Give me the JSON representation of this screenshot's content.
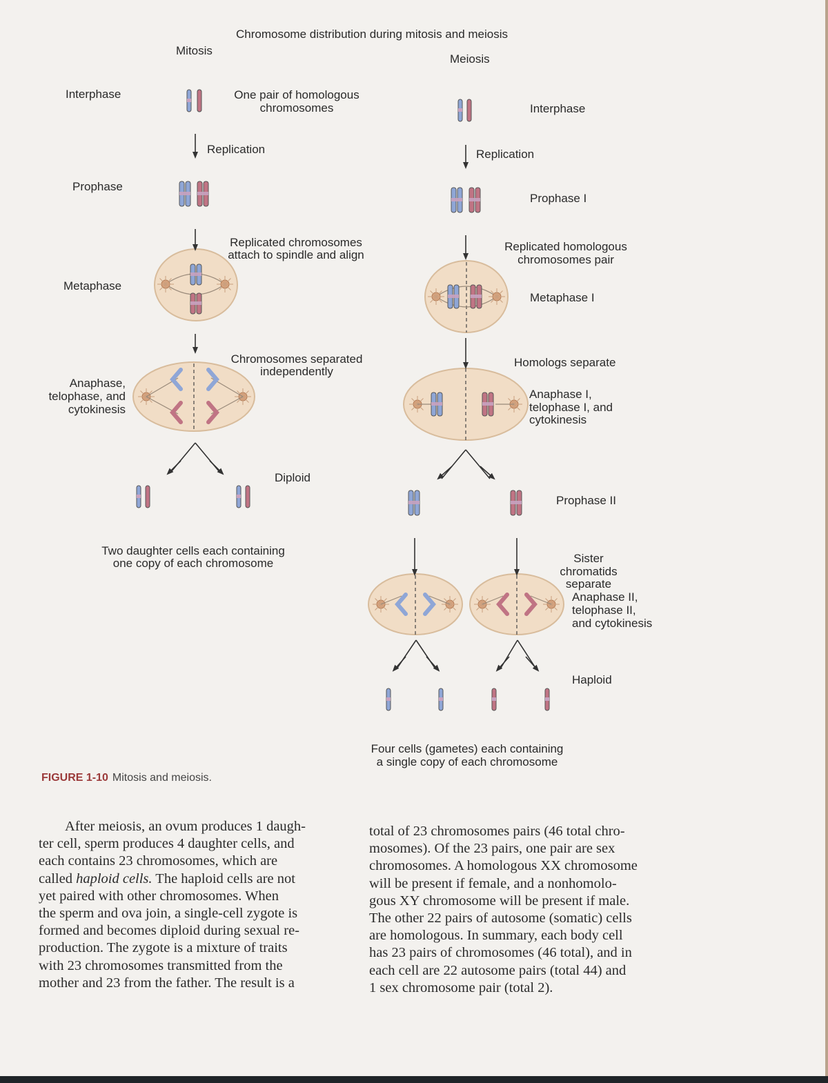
{
  "figure": {
    "title": "Chromosome distribution during mitosis and meiosis",
    "mitosis_heading": "Mitosis",
    "meiosis_heading": "Meiosis",
    "mitosis": {
      "stages": [
        "Interphase",
        "Prophase",
        "Metaphase",
        "Anaphase,",
        "telophase, and",
        "cytokinesis"
      ],
      "notes": [
        "One pair of homologous",
        "chromosomes",
        "Replication",
        "Replicated chromosomes",
        "attach to spindle and align",
        "Chromosomes separated",
        "independently",
        "Diploid",
        "Two daughter cells each containing",
        "one copy of each chromosome"
      ]
    },
    "meiosis": {
      "stages": [
        "Interphase",
        "Prophase I",
        "Metaphase I",
        "Anaphase I,",
        "telophase I, and",
        "cytokinesis",
        "Prophase II",
        "Anaphase II,",
        "telophase II,",
        "and cytokinesis"
      ],
      "notes": [
        "Replication",
        "Replicated homologous",
        "chromosomes pair",
        "Homologs separate",
        "Sister",
        "chromatids",
        "separate",
        "Haploid",
        "Four cells (gametes) each containing",
        "a single copy of each chromosome"
      ]
    },
    "caption_number": "FIGURE 1-10",
    "caption_text": "Mitosis and meiosis.",
    "colors": {
      "cell_fill": "#f1ddc6",
      "cell_edge": "#d8bc9c",
      "chromosome_blue": "#8fa6d6",
      "chromosome_red": "#c07484",
      "centromere": "#c8a2c0"
    }
  },
  "text": {
    "left": [
      "After meiosis, an ovum produces 1 daugh-",
      "ter cell, sperm produces 4 daughter cells, and",
      "each contains 23 chromosomes, which are",
      "called ",
      "haploid cells.",
      " The haploid cells are not",
      "yet paired with other chromosomes. When",
      "the sperm and ova join, a single-cell zygote is",
      "formed and becomes diploid during sexual re-",
      "production. The zygote is a mixture of traits",
      "with 23 chromosomes transmitted from the",
      "mother and 23 from the father. The result is a"
    ],
    "right": [
      "total of 23 chromosomes pairs (46 total chro-",
      "mosomes). Of the 23 pairs, one pair are sex",
      "chromosomes. A homologous XX chromosome",
      "will be present if female, and a nonhomolo-",
      "gous XY chromosome will be present if male.",
      "The other 22 pairs of autosome (somatic) cells",
      "are homologous. In summary, each body cell",
      "has 23 pairs of chromosomes (46 total), and in",
      "each cell are 22 autosome pairs (total 44) and",
      "1 sex chromosome pair (total 2)."
    ]
  }
}
